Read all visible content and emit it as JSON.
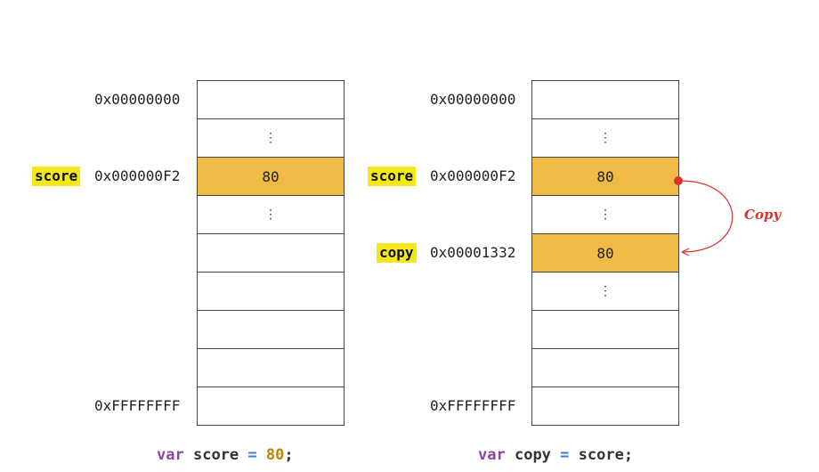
{
  "left_panel": {
    "addresses": {
      "top": "0x00000000",
      "score": "0x000000F2",
      "bottom": "0xFFFFFFFF"
    },
    "var_label": "score",
    "value": "80",
    "dots": "⋮",
    "code": {
      "kw": "var",
      "id": "score",
      "op": "=",
      "num": "80",
      "end": ";"
    }
  },
  "right_panel": {
    "addresses": {
      "top": "0x00000000",
      "score": "0x000000F2",
      "copy": "0x00001332",
      "bottom": "0xFFFFFFFF"
    },
    "score_label": "score",
    "copy_label": "copy",
    "score_value": "80",
    "copy_value": "80",
    "dots": "⋮",
    "code": {
      "kw": "var",
      "id": "copy",
      "op": "=",
      "id2": "score",
      "end": ";"
    }
  },
  "arrow_label": "Copy",
  "colors": {
    "filled_cell": "#efbb45",
    "highlight": "#f2e71b",
    "arrow": "#d9322f"
  }
}
